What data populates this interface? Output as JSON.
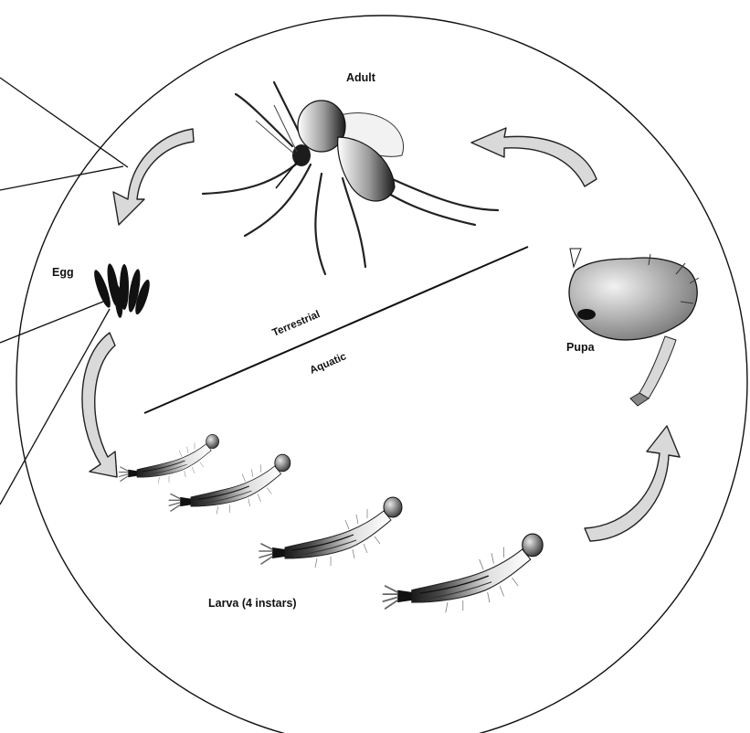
{
  "stages": {
    "adult": "Adult",
    "egg": "Egg",
    "pupa": "Pupa",
    "larva": "Larva (4 instars)"
  },
  "habitats": {
    "terrestrial": "Terrestrial",
    "aquatic": "Aquatic"
  }
}
